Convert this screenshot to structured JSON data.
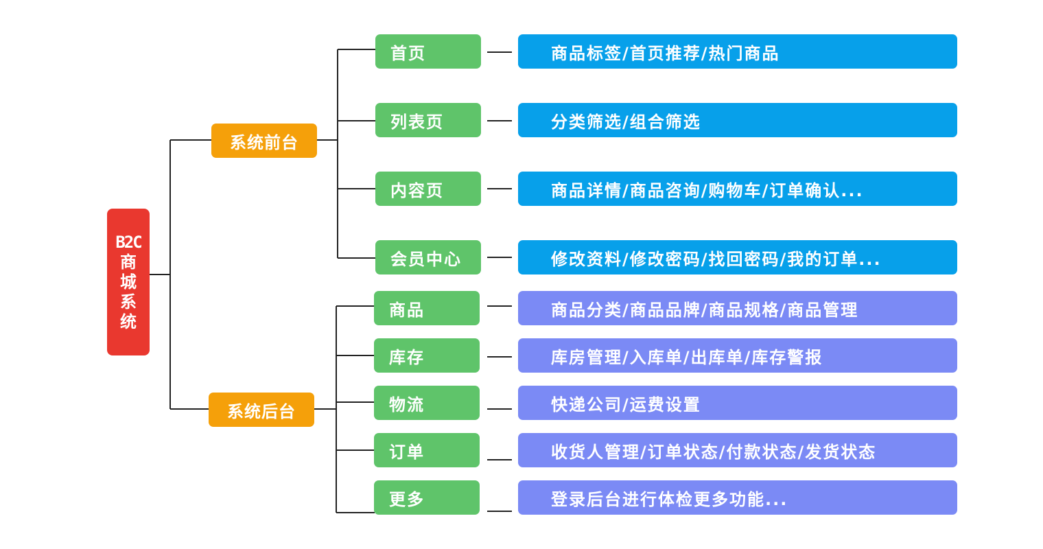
{
  "root": {
    "latin": "B2C",
    "chars": [
      "商",
      "城",
      "系",
      "统"
    ]
  },
  "branches": [
    {
      "label": "系统前台",
      "color": "#f5a00a",
      "children": [
        {
          "label": "首页",
          "detail": "商品标签/首页推荐/热门商品"
        },
        {
          "label": "列表页",
          "detail": "分类筛选/组合筛选"
        },
        {
          "label": "内容页",
          "detail": "商品详情/商品咨询/购物车/订单确认..."
        },
        {
          "label": "会员中心",
          "detail": "修改资料/修改密码/找回密码/我的订单..."
        }
      ]
    },
    {
      "label": "系统后台",
      "color": "#f5a00a",
      "children": [
        {
          "label": "商品",
          "detail": "商品分类/商品品牌/商品规格/商品管理"
        },
        {
          "label": "库存",
          "detail": "库房管理/入库单/出库单/库存警报"
        },
        {
          "label": "物流",
          "detail": "快递公司/运费设置"
        },
        {
          "label": "订单",
          "detail": "收货人管理/订单状态/付款状态/发货状态"
        },
        {
          "label": "更多",
          "detail": "登录后台进行体检更多功能..."
        }
      ]
    }
  ],
  "colors": {
    "root": "#e9382f",
    "branch": "#f5a00a",
    "leaf": "#5fc46a",
    "front_detail": "#07a0ea",
    "back_detail": "#7b8af5",
    "connector": "#222222"
  }
}
